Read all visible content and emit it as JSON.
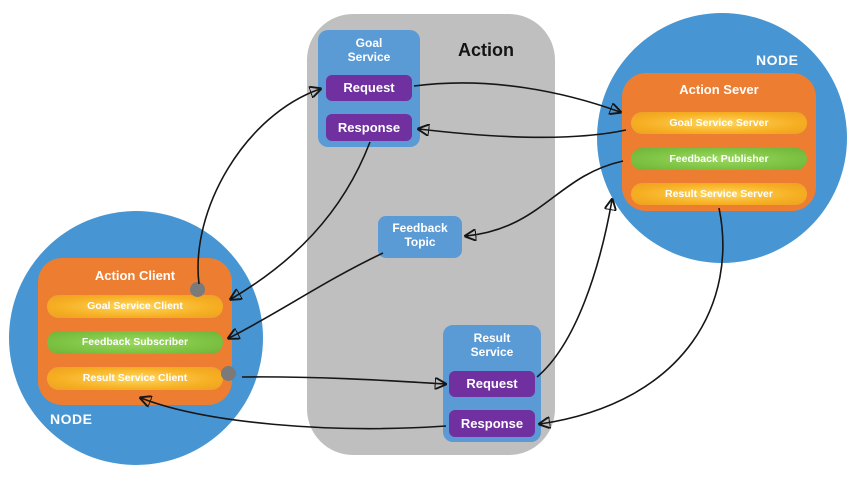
{
  "diagram": {
    "action_panel": {
      "title": "Action"
    },
    "goal_service": {
      "title": "Goal Service",
      "request_label": "Request",
      "response_label": "Response"
    },
    "feedback_topic": {
      "title": "Feedback Topic"
    },
    "result_service": {
      "title": "Result Service",
      "request_label": "Request",
      "response_label": "Response"
    },
    "client_node": {
      "node_label": "NODE",
      "title": "Action Client",
      "items": [
        {
          "label": "Goal Service Client"
        },
        {
          "label": "Feedback Subscriber"
        },
        {
          "label": "Result Service Client"
        }
      ]
    },
    "server_node": {
      "node_label": "NODE",
      "title": "Action Sever",
      "items": [
        {
          "label": "Goal Service Server"
        },
        {
          "label": "Feedback Publisher"
        },
        {
          "label": "Result Service Server"
        }
      ]
    },
    "colors": {
      "node_circle": "#4796D3",
      "service_box": "#5B9BD5",
      "request_button": "#7030A0",
      "action_box": "#ED7D31",
      "service_pill": "#F6AE21",
      "topic_pill": "#7CC142",
      "action_panel": "#BFBFBF",
      "connector_dot": "#7A7A7A",
      "arrow": "#161616"
    }
  }
}
